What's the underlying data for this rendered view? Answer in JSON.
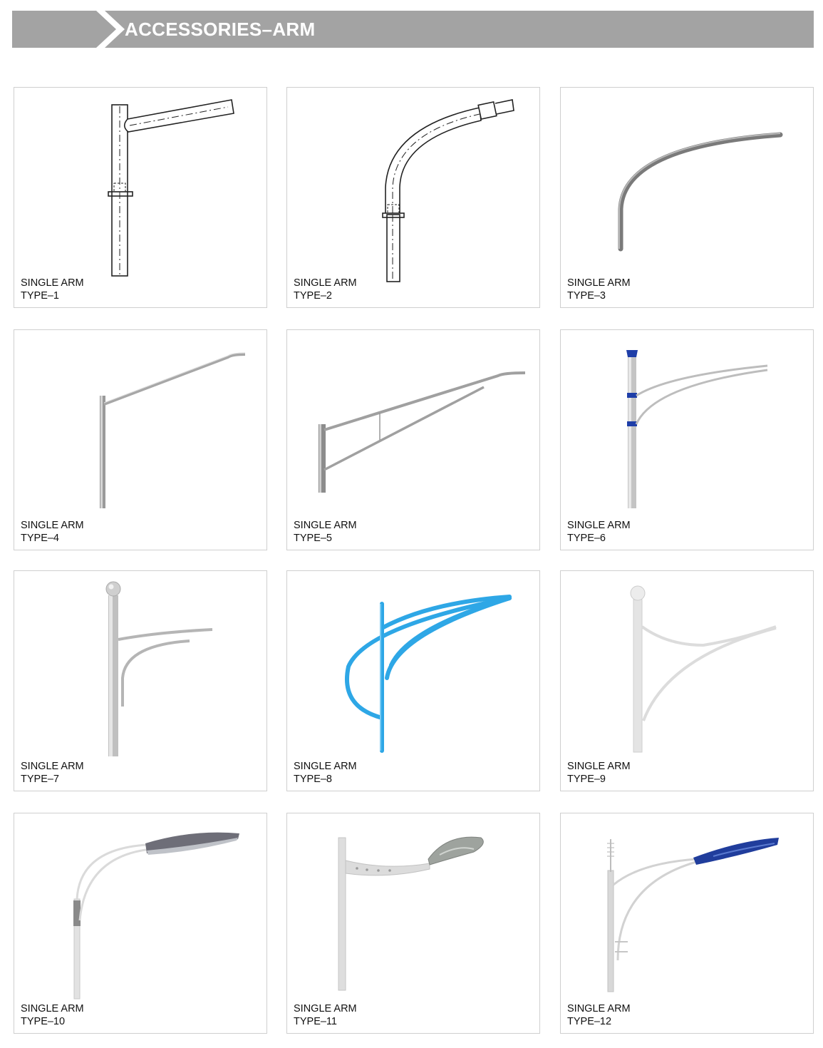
{
  "header": {
    "title": "ACCESSORIES–ARM"
  },
  "items": [
    {
      "name": "SINGLE ARM",
      "type": "TYPE–1"
    },
    {
      "name": "SINGLE ARM",
      "type": "TYPE–2"
    },
    {
      "name": "SINGLE ARM",
      "type": "TYPE–3"
    },
    {
      "name": "SINGLE ARM",
      "type": "TYPE–4"
    },
    {
      "name": "SINGLE ARM",
      "type": "TYPE–5"
    },
    {
      "name": "SINGLE ARM",
      "type": "TYPE–6"
    },
    {
      "name": "SINGLE ARM",
      "type": "TYPE–7"
    },
    {
      "name": "SINGLE ARM",
      "type": "TYPE–8"
    },
    {
      "name": "SINGLE ARM",
      "type": "TYPE–9"
    },
    {
      "name": "SINGLE ARM",
      "type": "TYPE–10"
    },
    {
      "name": "SINGLE ARM",
      "type": "TYPE–11"
    },
    {
      "name": "SINGLE ARM",
      "type": "TYPE–12"
    }
  ]
}
